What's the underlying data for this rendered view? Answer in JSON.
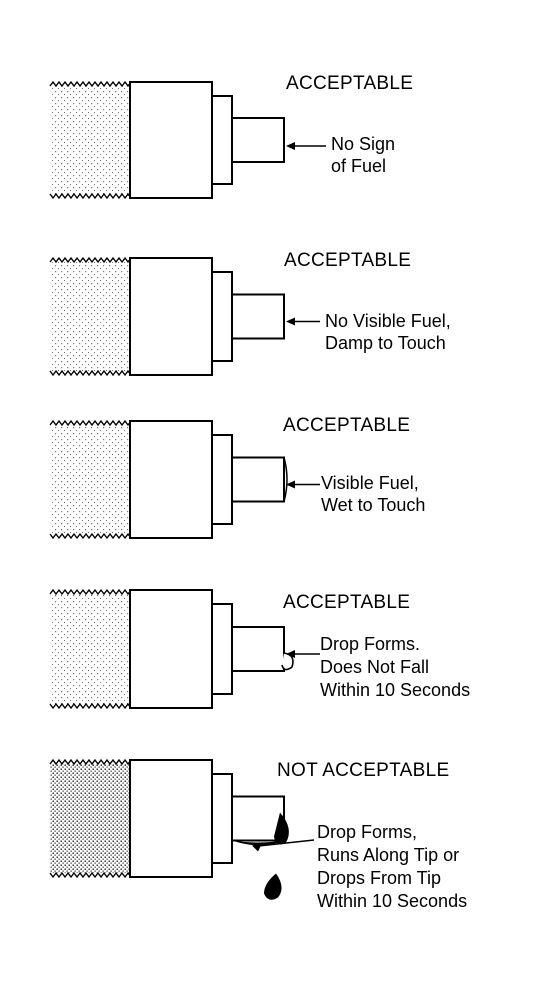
{
  "panels": [
    {
      "status": "ACCEPTABLE",
      "lines": [
        "No Sign",
        "of Fuel"
      ],
      "condition": "dry"
    },
    {
      "status": "ACCEPTABLE",
      "lines": [
        "No Visible Fuel,",
        "Damp to Touch"
      ],
      "condition": "damp"
    },
    {
      "status": "ACCEPTABLE",
      "lines": [
        "Visible Fuel,",
        "Wet to Touch"
      ],
      "condition": "wet"
    },
    {
      "status": "ACCEPTABLE",
      "lines": [
        "Drop Forms.",
        "Does Not Fall",
        "Within 10 Seconds"
      ],
      "condition": "drop"
    },
    {
      "status": "NOT ACCEPTABLE",
      "lines": [
        "Drop Forms,",
        "Runs Along Tip or",
        "Drops From Tip",
        "Within 10 Seconds"
      ],
      "condition": "leak"
    }
  ],
  "colors": {
    "ink": "#000000",
    "paper": "#ffffff"
  }
}
